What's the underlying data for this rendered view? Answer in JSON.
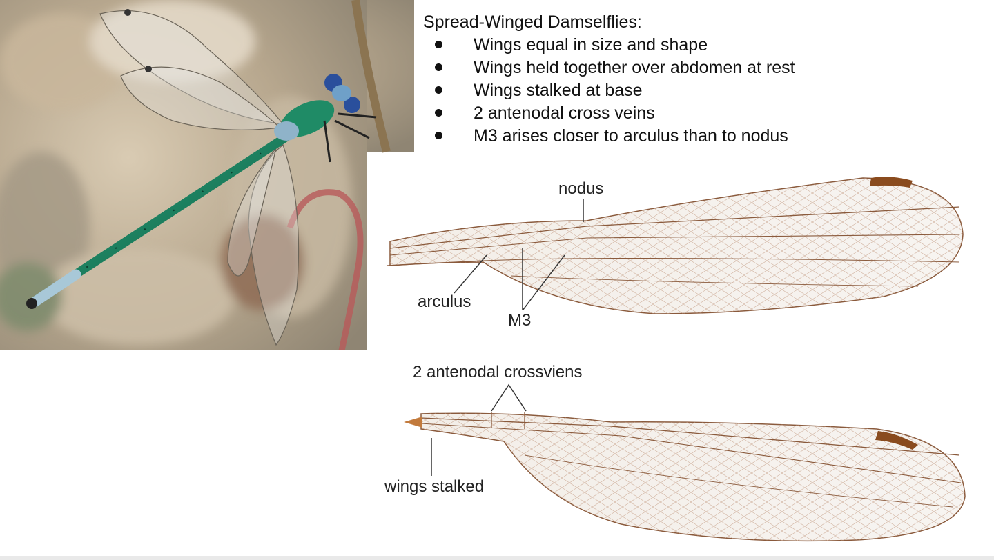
{
  "heading": "Spread-Winged Damselflies:",
  "bullets": [
    "Wings equal in size and shape",
    "Wings held together over abdomen at rest",
    "Wings stalked at base",
    "2 antenodal cross veins",
    "M3 arises closer to arculus than to nodus"
  ],
  "labels": {
    "nodus": "nodus",
    "arculus": "arculus",
    "m3": "M3",
    "antenodal": "2 antenodal crossviens",
    "stalked": "wings stalked"
  },
  "colors": {
    "wing_vein": "#8a5a3c",
    "stigma": "#8a4b1e",
    "damselfly_body": "#1f7a5a",
    "eye": "#2a4f9c",
    "photo_background": "#b9aa92"
  },
  "icons": [
    "damselfly-photo",
    "forewing-diagram",
    "hindwing-diagram"
  ]
}
